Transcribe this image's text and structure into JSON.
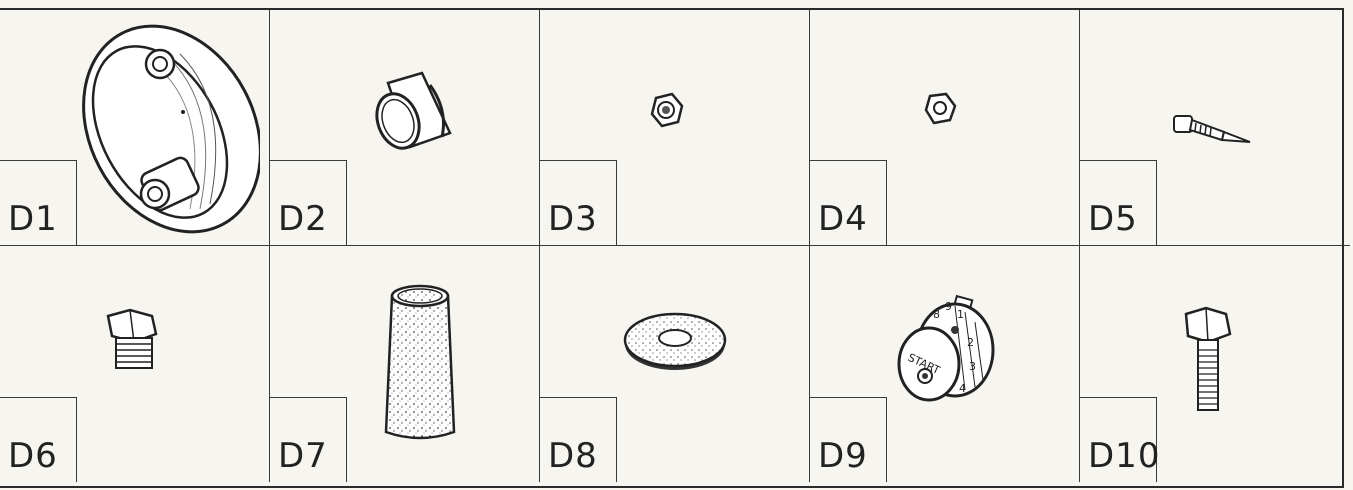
{
  "parts": [
    {
      "code": "D1",
      "icon": "cast-mounting-bracket-icon"
    },
    {
      "code": "D2",
      "icon": "cone-cap-icon"
    },
    {
      "code": "D3",
      "icon": "cap-nut-icon"
    },
    {
      "code": "D4",
      "icon": "hex-nut-icon"
    },
    {
      "code": "D5",
      "icon": "needle-jet-screw-icon"
    },
    {
      "code": "D6",
      "icon": "hex-plug-icon"
    },
    {
      "code": "D7",
      "icon": "felt-filter-element-icon"
    },
    {
      "code": "D8",
      "icon": "fibre-washer-icon"
    },
    {
      "code": "D9",
      "icon": "start-dial-knob-icon"
    },
    {
      "code": "D10",
      "icon": "hex-bolt-icon"
    }
  ],
  "dial_markings": {
    "start": "START",
    "numbers": [
      "8",
      "9",
      "1",
      "2",
      "3",
      "4"
    ]
  },
  "colors": {
    "ink": "#2a2a2a",
    "paper": "#f7f5f0"
  }
}
